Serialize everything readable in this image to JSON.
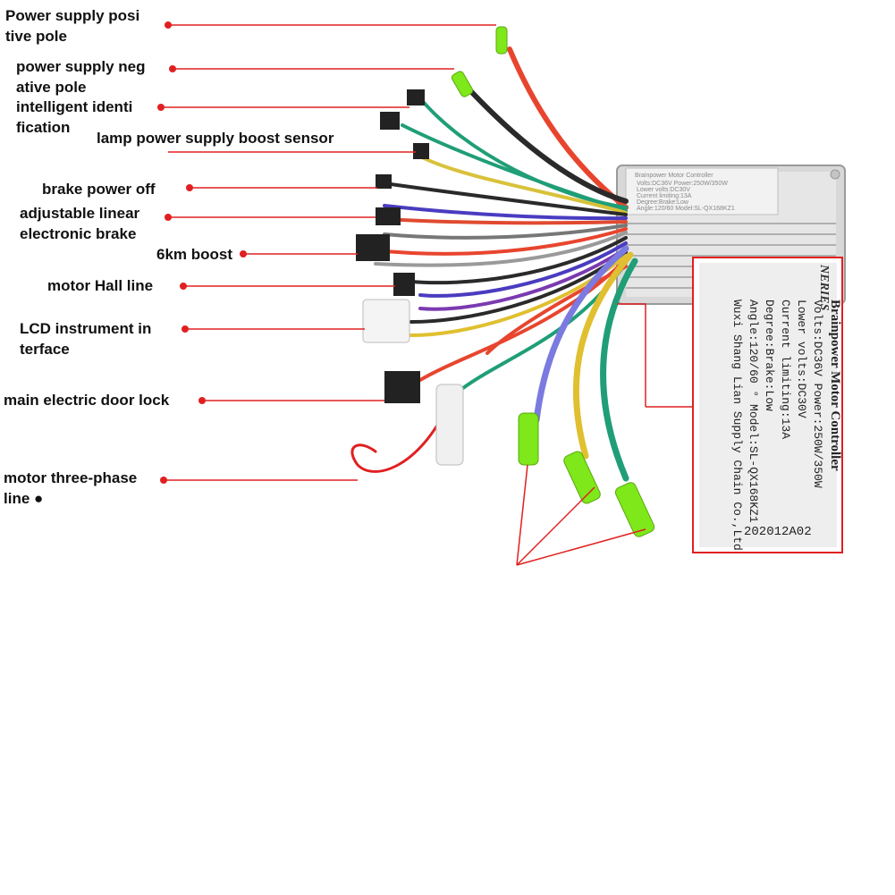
{
  "labels": [
    {
      "id": "positive",
      "text": "Power supply posi\ntive pole"
    },
    {
      "id": "negative",
      "text": "power supply neg\native pole"
    },
    {
      "id": "intelligent",
      "text": "intelligent identi\nfication"
    },
    {
      "id": "lamp",
      "text": "lamp power supply boost sensor"
    },
    {
      "id": "brake-off",
      "text": "brake power off"
    },
    {
      "id": "linear-brake",
      "text": "adjustable linear\nelectronic brake"
    },
    {
      "id": "boost",
      "text": "6km boost"
    },
    {
      "id": "hall",
      "text": "motor Hall line"
    },
    {
      "id": "lcd",
      "text": "LCD instrument in\nterface"
    },
    {
      "id": "door-lock",
      "text": "main electric door lock"
    },
    {
      "id": "three-phase",
      "text": "motor three-phase\nline ●"
    }
  ],
  "controller": {
    "brand": "NERIES",
    "lines": [
      "Brainpower Motor Controller",
      "Volts:DC36V  Power:250W/350W",
      "Lower volts:DC30V",
      "Current limiting:13A",
      "Degree:Brake:Low",
      "Angle:120/60 °  Model:SL-QX168KZ1",
      "Wuxi Shang Lian Supply Chain Co.,Ltd"
    ],
    "batch": "202012A02"
  },
  "colors": {
    "pointer": "#e02020",
    "housing": "#dcdcdc",
    "connector_tip": "#7ee81a"
  }
}
